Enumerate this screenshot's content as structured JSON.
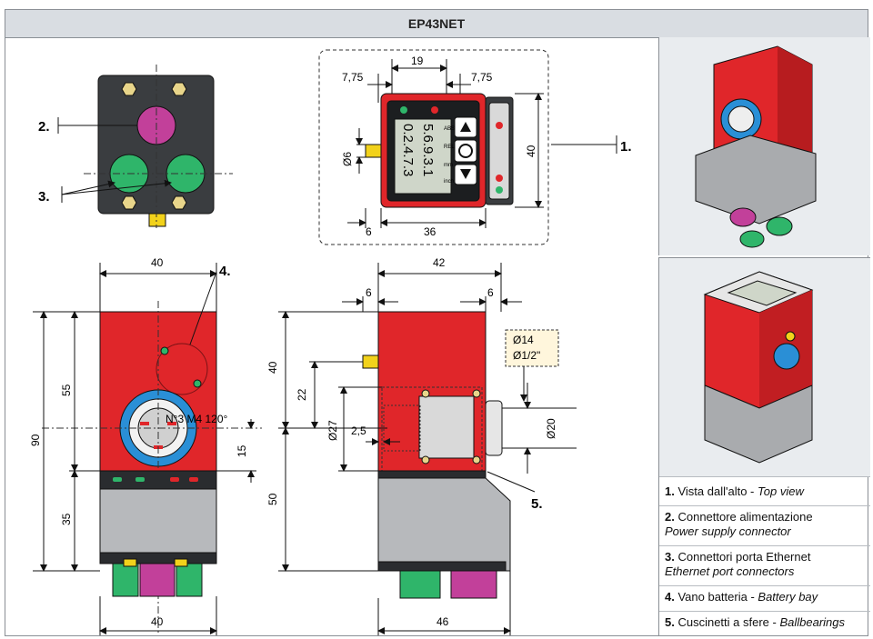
{
  "title": "EP43NET",
  "views": {
    "top_view": {
      "callouts": [
        "2.",
        "3."
      ]
    },
    "display_view": {
      "dims": {
        "d_left": "7,75",
        "d_mid": "19",
        "d_right": "7,75",
        "shaft": "Ø6",
        "height": "40",
        "offset": "6",
        "width": "36"
      },
      "callout": "1.",
      "screen_lines": [
        "0.2.4.7.3",
        "5.6.9.3.1"
      ],
      "screen_labels": [
        "ABS",
        "REL",
        "mm",
        "inch"
      ]
    },
    "front_view": {
      "dims": {
        "top_width": "40",
        "total_h": "90",
        "upper_h": "55",
        "lower_h": "35",
        "side_15": "15",
        "bottom_width": "40"
      },
      "annotation": "N°3 M4 120°",
      "callout": "4."
    },
    "side_view": {
      "dims": {
        "top_width": "42",
        "left_6": "6",
        "right_6": "6",
        "h40": "40",
        "h22": "22",
        "d27": "Ø27",
        "gap": "2,5",
        "h50": "50",
        "d20": "Ø20",
        "bottom_width": "46"
      },
      "box_label_1": "Ø14",
      "box_label_2": "Ø1/2\"",
      "callout": "5."
    }
  },
  "legend": [
    {
      "num": "1.",
      "it": "Vista dall'alto",
      "sep": " - ",
      "en": "Top view"
    },
    {
      "num": "2.",
      "it": "Connettore alimentazione",
      "en": "Power supply connector"
    },
    {
      "num": "3.",
      "it": "Connettori porta Ethernet",
      "en": "Ethernet port connectors"
    },
    {
      "num": "4.",
      "it": "Vano batteria",
      "sep": " - ",
      "en": "Battery bay"
    },
    {
      "num": "5.",
      "it": "Cuscinetti a sfere",
      "sep": " - ",
      "en": "Ballbearings"
    }
  ],
  "colors": {
    "red": "#e0262a",
    "green": "#2fb56a",
    "magenta": "#c2409a",
    "gray": "#b7b9bc",
    "dark": "#3a3d40",
    "yellow": "#f2d21b",
    "blue": "#2a8fd6"
  }
}
